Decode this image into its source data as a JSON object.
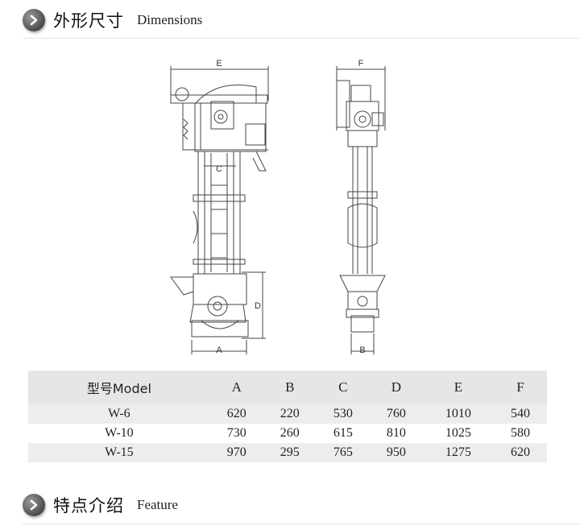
{
  "sections": {
    "dimensions": {
      "title_cn": "外形尺寸",
      "title_en": "Dimensions"
    },
    "feature": {
      "title_cn": "特点介绍",
      "title_en": "Feature"
    }
  },
  "drawing": {
    "labels": {
      "E": "E",
      "F": "F",
      "C": "C",
      "D": "D",
      "A": "A",
      "B": "B"
    }
  },
  "table": {
    "headers": [
      "型号Model",
      "A",
      "B",
      "C",
      "D",
      "E",
      "F"
    ],
    "rows": [
      [
        "W-6",
        "620",
        "220",
        "530",
        "760",
        "1010",
        "540"
      ],
      [
        "W-10",
        "730",
        "260",
        "615",
        "810",
        "1025",
        "580"
      ],
      [
        "W-15",
        "970",
        "295",
        "765",
        "950",
        "1275",
        "620"
      ]
    ]
  },
  "colors": {
    "badge": "#4a4a4a",
    "table_header": "#e6e6e6",
    "table_band": "#ededed"
  }
}
